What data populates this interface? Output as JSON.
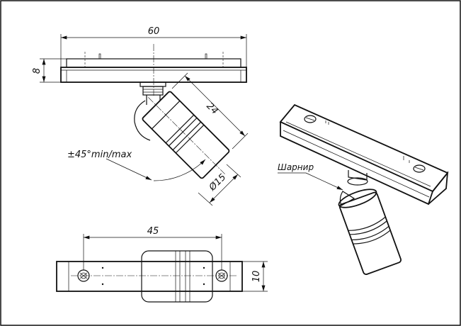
{
  "dimensions": {
    "top_width": "60",
    "top_height": "8",
    "lamp_length": "24",
    "lamp_diameter": "Ø15",
    "tilt_angle": "±45°min/max",
    "hole_spacing": "45",
    "bottom_height": "10"
  },
  "callouts": {
    "hinge_label": "Шарнир"
  }
}
